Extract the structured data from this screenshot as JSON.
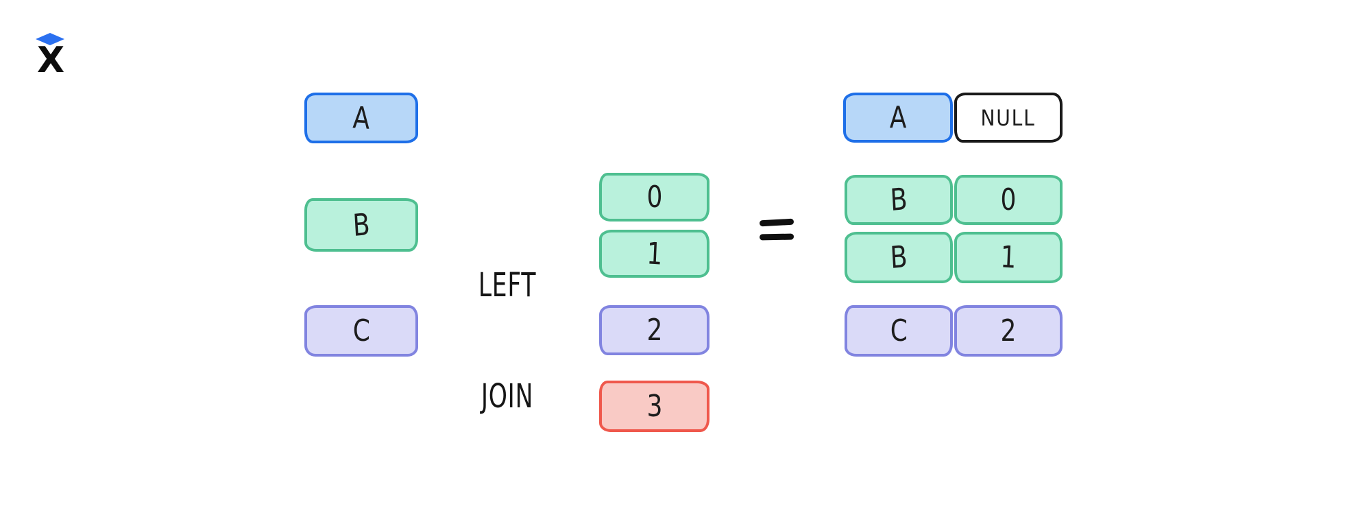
{
  "logo": {
    "letter": "X",
    "diamond_color": "#2b70f0",
    "letter_color": "#0d0d0d"
  },
  "join": {
    "line1": "LEFT",
    "line2": "JOIN",
    "equals_sign": "="
  },
  "left_table": {
    "cells": [
      {
        "label": "A",
        "color": "blue"
      },
      {
        "label": "B",
        "color": "green"
      },
      {
        "label": "C",
        "color": "purple"
      }
    ]
  },
  "right_table": {
    "cells": [
      {
        "label": "0",
        "color": "green"
      },
      {
        "label": "1",
        "color": "green"
      },
      {
        "label": "2",
        "color": "purple"
      },
      {
        "label": "3",
        "color": "red"
      }
    ]
  },
  "result_table": {
    "rows": [
      {
        "key": "A",
        "value": "NULL",
        "key_color": "blue",
        "value_color": "white"
      },
      {
        "key": "B",
        "value": "0",
        "key_color": "green",
        "value_color": "green"
      },
      {
        "key": "B",
        "value": "1",
        "key_color": "green",
        "value_color": "green"
      },
      {
        "key": "C",
        "value": "2",
        "key_color": "purple",
        "value_color": "purple"
      }
    ]
  },
  "palette": {
    "ink": "#1d1d1d",
    "blue_fill": "#b7d7f8",
    "blue_stroke": "#1e6fe8",
    "green_fill": "#b9f1dc",
    "green_stroke": "#4ebf90",
    "purple_fill": "#dadaf8",
    "purple_stroke": "#8184e0",
    "red_fill": "#f9cac5",
    "red_stroke": "#ef584c",
    "null_fill": "#ffffff",
    "null_stroke": "#1a1a1a",
    "background": "#ffffff"
  }
}
